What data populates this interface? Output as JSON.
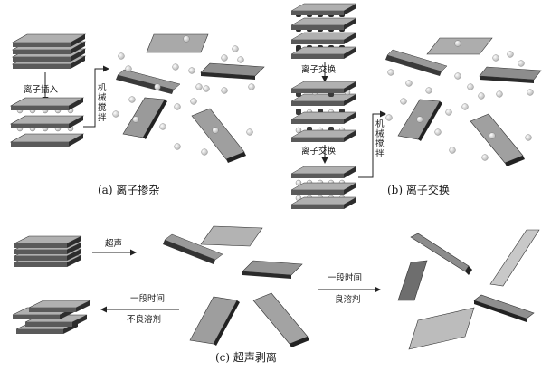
{
  "panel_a": {
    "caption": "(a) 离子掺杂",
    "step_intercalation": "离子插入",
    "step_stirring": "机械搅拌"
  },
  "panel_b": {
    "caption": "(b) 离子交换",
    "step_exchange_1": "离子交换",
    "step_exchange_2": "离子交换",
    "step_stirring": "机械搅拌"
  },
  "panel_c": {
    "caption": "(c) 超声剥离",
    "step_ultrasound": "超声",
    "good_solvent_time": "一段时间",
    "good_solvent": "良溶剂",
    "poor_solvent_time": "一段时间",
    "poor_solvent": "不良溶剂"
  },
  "colors": {
    "sheet_top": "#b3b3b3",
    "sheet_edge": "#2a2a2a",
    "ion": "#e2e2e2",
    "arrow": "#222222"
  }
}
